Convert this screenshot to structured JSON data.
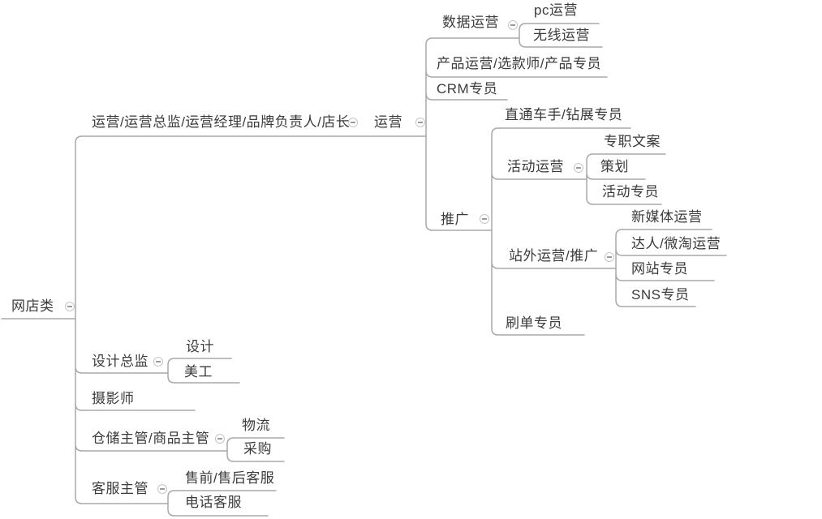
{
  "theme": {
    "background": "#ffffff",
    "line_color": "#a8a8a8",
    "text_color": "#3b3b3b",
    "icon_border": "#c6c6c6",
    "icon_dash": "#9b9b9b"
  },
  "icons": {
    "collapse": "minus-in-circle"
  },
  "labels": {
    "root": "网店类",
    "ops_group": "运营/运营总监/运营经理/品牌负责人/店长",
    "ops": "运营",
    "data_ops": "数据运营",
    "pc_ops": "pc运营",
    "wireless_ops": "无线运营",
    "product_ops": "产品运营/选款师/产品专员",
    "crm_specialist": "CRM专员",
    "promotion": "推广",
    "ztc_specialist": "直通车手/钻展专员",
    "activity_ops": "活动运营",
    "copywriter": "专职文案",
    "planner": "策划",
    "activity_specialist": "活动专员",
    "offsite_ops": "站外运营/推广",
    "new_media_ops": "新媒体运营",
    "daren_weitao_ops": "达人/微淘运营",
    "website_specialist": "网站专员",
    "sns_specialist": "SNS专员",
    "order_brushing_specialist": "刷单专员",
    "design_director": "设计总监",
    "design": "设计",
    "art_designer": "美工",
    "photographer": "摄影师",
    "warehouse_manager": "仓储主管/商品主管",
    "logistics": "物流",
    "purchasing": "采购",
    "cs_manager": "客服主管",
    "presale_aftersale_cs": "售前/售后客服",
    "phone_cs": "电话客服"
  },
  "collapse_icon_nodes": [
    "root",
    "ops_group",
    "ops",
    "data_ops",
    "promotion",
    "activity_ops",
    "offsite_ops",
    "design_director",
    "warehouse_manager",
    "cs_manager"
  ],
  "hierarchy": {
    "id": "root",
    "children": [
      {
        "id": "ops_group",
        "children": [
          {
            "id": "ops",
            "children": [
              {
                "id": "data_ops",
                "children": [
                  {
                    "id": "pc_ops"
                  },
                  {
                    "id": "wireless_ops"
                  }
                ]
              },
              {
                "id": "product_ops"
              },
              {
                "id": "crm_specialist"
              },
              {
                "id": "promotion",
                "children": [
                  {
                    "id": "ztc_specialist"
                  },
                  {
                    "id": "activity_ops",
                    "children": [
                      {
                        "id": "copywriter"
                      },
                      {
                        "id": "planner"
                      },
                      {
                        "id": "activity_specialist"
                      }
                    ]
                  },
                  {
                    "id": "offsite_ops",
                    "children": [
                      {
                        "id": "new_media_ops"
                      },
                      {
                        "id": "daren_weitao_ops"
                      },
                      {
                        "id": "website_specialist"
                      },
                      {
                        "id": "sns_specialist"
                      }
                    ]
                  },
                  {
                    "id": "order_brushing_specialist"
                  }
                ]
              }
            ]
          }
        ]
      },
      {
        "id": "design_director",
        "children": [
          {
            "id": "design"
          },
          {
            "id": "art_designer"
          }
        ]
      },
      {
        "id": "photographer"
      },
      {
        "id": "warehouse_manager",
        "children": [
          {
            "id": "logistics"
          },
          {
            "id": "purchasing"
          }
        ]
      },
      {
        "id": "cs_manager",
        "children": [
          {
            "id": "presale_aftersale_cs"
          },
          {
            "id": "phone_cs"
          }
        ]
      }
    ]
  }
}
